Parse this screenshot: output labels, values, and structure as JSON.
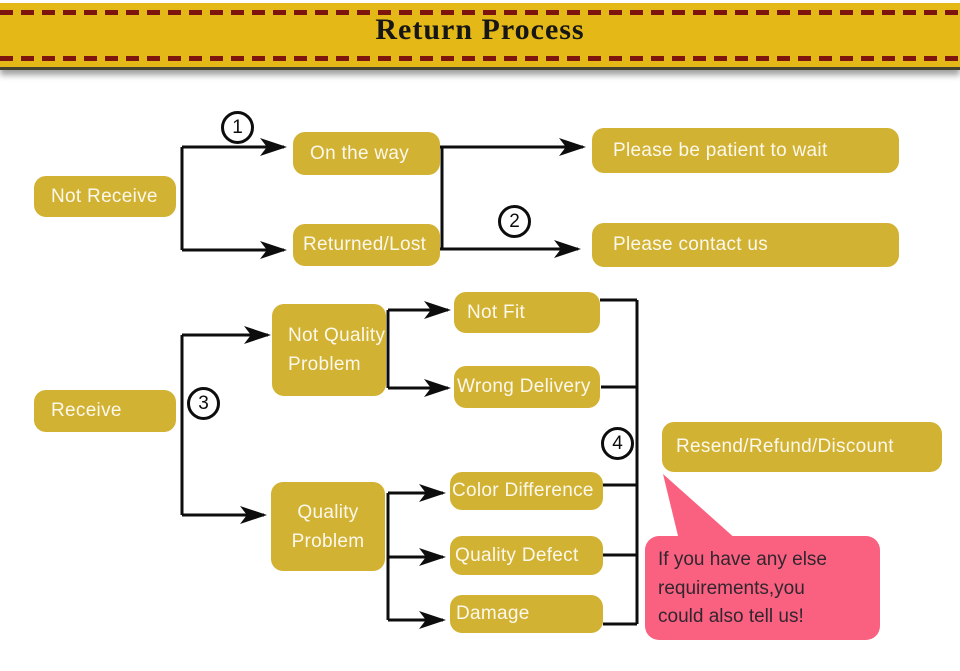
{
  "header": {
    "title": "Return Process"
  },
  "colors": {
    "banner_gold": "#e4b817",
    "box_gold": "#d2b233",
    "dash_red": "#7d140d",
    "line_black": "#0d0d0d",
    "bubble_pink": "#fa6180",
    "box_text": "#fcf8ec",
    "bubble_text": "#31262f"
  },
  "badges": [
    "1",
    "2",
    "3",
    "4"
  ],
  "nodes": {
    "not_receive": {
      "label": "Not Receive"
    },
    "on_the_way": {
      "label": "On the way"
    },
    "returned_lost": {
      "label": "Returned/Lost"
    },
    "patient_wait": {
      "label": "Please be patient to wait"
    },
    "contact_us": {
      "label": "Please contact us"
    },
    "receive": {
      "label": "Receive"
    },
    "not_quality_problem": {
      "label": "Not Quality Problem"
    },
    "not_fit": {
      "label": "Not Fit"
    },
    "wrong_delivery": {
      "label": "Wrong Delivery"
    },
    "quality_problem": {
      "label": "Quality Problem"
    },
    "color_difference": {
      "label": "Color Difference"
    },
    "quality_defect": {
      "label": "Quality Defect"
    },
    "damage": {
      "label": "Damage"
    },
    "resend": {
      "label": "Resend/Refund/Discount"
    }
  },
  "bubble": {
    "lines": [
      "If you have any else",
      "requirements,you",
      "could also tell us!"
    ]
  }
}
